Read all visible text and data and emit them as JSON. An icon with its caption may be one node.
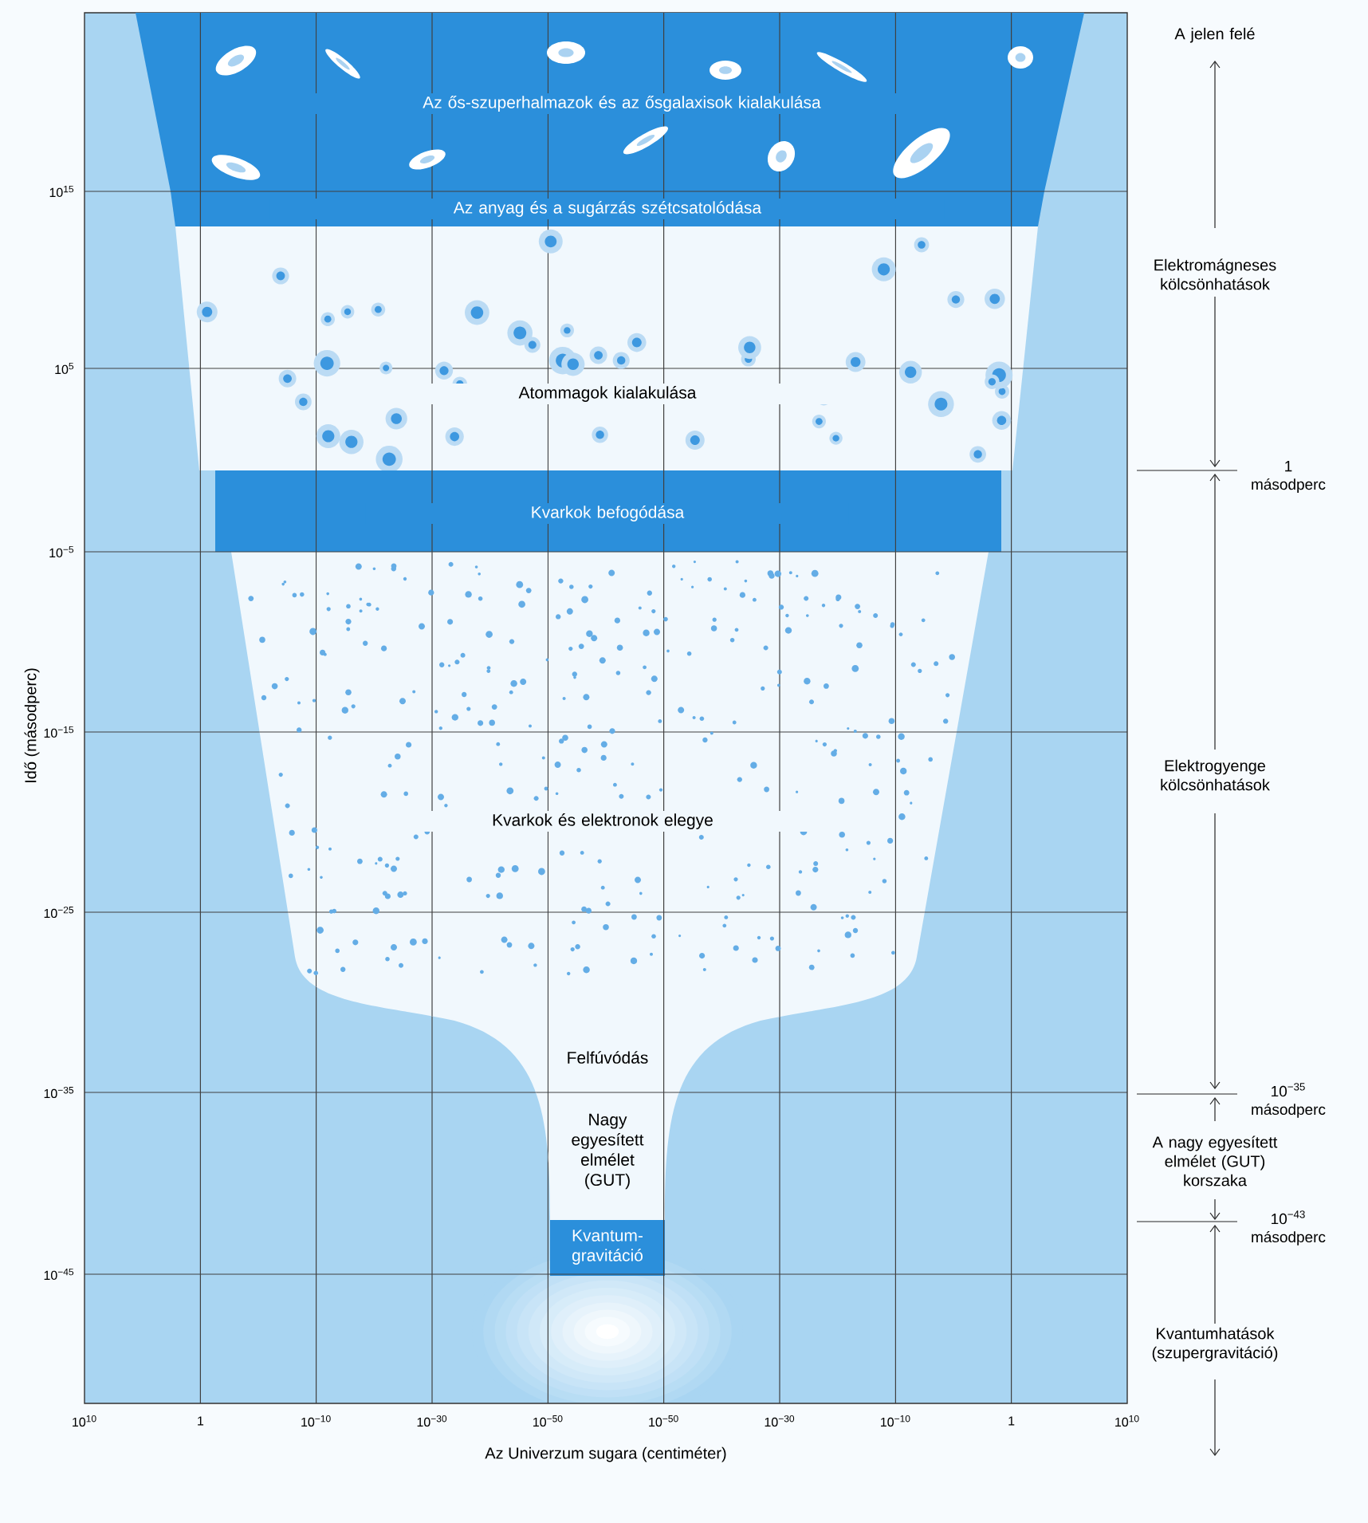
{
  "diagram": {
    "nodes": [
      {
        "text": [
          "Az ős-szuperhalmazok és az ősgalaxisok kialakulása"
        ]
      },
      {
        "text": [
          "Az anyag és a sugárzás szétcsatolódása"
        ]
      },
      {
        "text": [
          "Atommagok kialakulása"
        ]
      },
      {
        "text": [
          "Kvarkok befogódása"
        ]
      },
      {
        "text": [
          "Kvarkok és elektronok elegye"
        ]
      },
      {
        "text": [
          "Kvantum-gravitáció"
        ]
      }
    ],
    "labels": [
      "10$^{15}$",
      "10$^{5}$",
      "10$^{−5}$",
      "10$^{−15}$",
      "10$^{−25}$",
      "10$^{−35}$",
      "10$^{−45}$",
      "Idő (másodperc)",
      "Felfúvódás",
      "Nagy egyesített elmélet (GUT)",
      "A jelen felé",
      "Elektromágneses kölcsönhatások",
      "1 másodperc",
      "Elektrogyenge kölcsönhatások",
      "10$^{−35}$ másodperc",
      "A nagy egyesített elmélet (GUT) korszaka",
      "10$^{−43}$ másodperc",
      "Kvantumhatások (szupergravitáció)",
      "10$^{10}$",
      "1",
      "10$^{−10}$",
      "10$^{−30}$",
      "10$^{−50}$",
      "10$^{−50}$",
      "10$^{−30}$",
      "10$^{−10}$",
      "1",
      "10$^{10}$",
      "Az Univerzum sugara (centiméter)"
    ]
  }
}
